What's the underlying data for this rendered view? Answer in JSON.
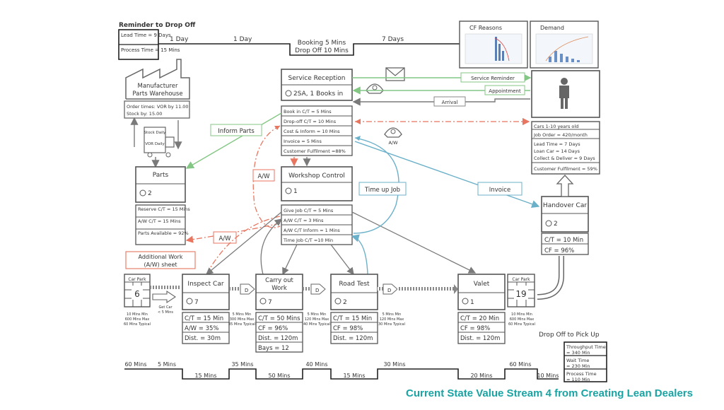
{
  "top_reminder": "Reminder to Drop Off",
  "top_box": {
    "lead_time": "Lead Time = 9 Days",
    "process_time": "Process Time = 15 Mins"
  },
  "top_timeline": {
    "t1": "1 Day",
    "t2": "1 Day",
    "t3a": "Booking 5 Mins",
    "t3b": "Drop Off 10 Mins",
    "t4": "7 Days"
  },
  "charts": {
    "cf_title": "CF Reasons",
    "demand_title": "Demand"
  },
  "customer": {
    "r1": "Cars 1-10 years old",
    "r2": "Job Order = 420/month",
    "r3a": "Lead Time = 7 Days",
    "r3b": "Loan Car = 14 Days",
    "r3c": "Collect & Deliver = 9 Days",
    "r4": "Customer Fulfilment = 59%"
  },
  "manufacturer": {
    "title_1": "Manufacturer",
    "title_2": "Parts Warehouse",
    "order_times": "Order times: VOR by 11.00",
    "stock_by": "Stock by: 15.00",
    "stock_daily": "Stock Daily",
    "vor_daily": "VOR Daily"
  },
  "service_reception": {
    "title": "Service Reception",
    "ops": "2SA, 1 Books in",
    "rows": [
      "Book in C/T = 5 Mins",
      "Drop-off C/T = 10 Mins",
      "Cost & Inform = 10 Mins",
      "Invoice = 5 Mins",
      "Customer Fulfilment =88%"
    ]
  },
  "workshop_control": {
    "title": "Workshop Control",
    "ops": "1",
    "rows": [
      "Give Job C/T = 5 Mins",
      "A/W C/T = 3 Mins",
      "A/W C/T Inform = 1 Mins",
      "Time Job C/T =10 Min"
    ]
  },
  "parts": {
    "title": "Parts",
    "ops": "2",
    "rows": [
      "Reserve C/T = 15 Mins",
      "A/W C/T = 15 Mins",
      "Parts Available = 92%"
    ]
  },
  "handover": {
    "title": "Handover Car",
    "ops": "2",
    "rows": [
      "C/T = 10 Min",
      "CF = 96%"
    ]
  },
  "info_flows": {
    "service_reminder": "Service Reminder",
    "appointment": "Appointment",
    "arrival": "Arrival",
    "inform_parts": "Inform Parts",
    "aw_1": "A/W",
    "aw_2": "A/W",
    "aw_phone": "A/W",
    "time_up_job": "Time up Job",
    "invoice": "Invoice",
    "additional_work": "Additional Work (A/W) sheet"
  },
  "car_park_left": {
    "title": "Car Park",
    "value": "6",
    "n1": "10 Mins Min",
    "n2": "600 Mins Max",
    "n3": "60 Mins Typical",
    "get_car": "Get Car < 5 Mins"
  },
  "car_park_right": {
    "title": "Car Park",
    "value": "19",
    "n1": "10 Mins Min",
    "n2": "600 Mins Max",
    "n3": "60 Mins Typical"
  },
  "processes": [
    {
      "title": "Inspect Car",
      "ops": "7",
      "rows": [
        "C/T = 15 Min",
        "A/W = 35%",
        "Dist. = 30m"
      ]
    },
    {
      "title": "Carry out Work",
      "ops": "7",
      "rows": [
        "C/T = 50 Mins",
        "CF = 96%",
        "Dist. = 120m",
        "Bays = 12"
      ]
    },
    {
      "title": "Road Test",
      "ops": "2",
      "rows": [
        "C/T = 15 Min",
        "CF = 98%",
        "Dist. = 120m"
      ]
    },
    {
      "title": "Valet",
      "ops": "1",
      "rows": [
        "C/T = 20 Min",
        "CF = 98%",
        "Dist. = 120m"
      ]
    }
  ],
  "buffers": [
    {
      "n1": "5 Mins Min",
      "n2": "300 Mins Max",
      "n3": "35 Mins Typical"
    },
    {
      "n1": "5 Mins Min",
      "n2": "120 Mins Max",
      "n3": "40 Mins Typical"
    },
    {
      "n1": "5 Mins Min",
      "n2": "120 Mins Max",
      "n3": "30 Mins Typical"
    }
  ],
  "bottom_timeline": {
    "high": [
      "60 Mins",
      "5 Mins",
      "35 Mins",
      "40 Mins",
      "30 Mins",
      "60 Mins"
    ],
    "low": [
      "15 Mins",
      "50 Mins",
      "15 Mins",
      "20 Mins",
      "10 Mins"
    ],
    "drop_off_label": "Drop Off to Pick Up",
    "throughput": "Throughput Time = 340 Min",
    "wait": "Wait Time = 230 Min",
    "process": "Process Time = 110 Min"
  },
  "caption": "Current State Value Stream 4 from Creating Lean Dealers",
  "colors": {
    "grey": "#7a7a7a",
    "red": "#e8755f",
    "green": "#84c785",
    "blue": "#6bb0c9",
    "teal": "#1aa3a3"
  }
}
